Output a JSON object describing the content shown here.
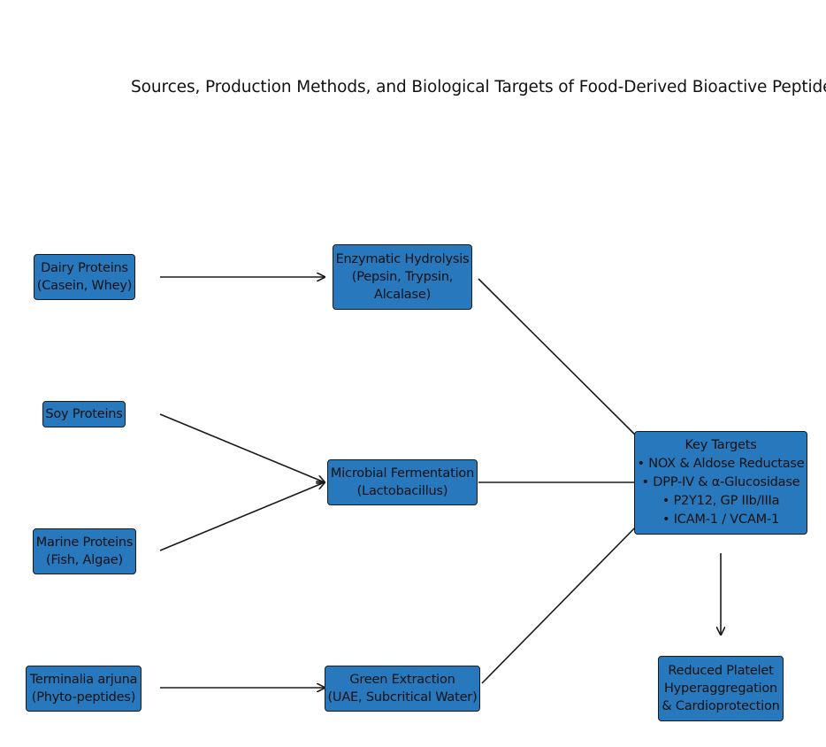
{
  "title": "Sources, Production Methods, and Biological Targets of Food-Derived Bioactive Peptides",
  "colors": {
    "node_fill": "#2878bd",
    "node_border": "#1a1a1a",
    "text": "#111111",
    "arrow": "#1a1a1a"
  },
  "nodes": {
    "dairy": [
      "Dairy Proteins",
      "(Casein, Whey)"
    ],
    "soy": [
      "Soy Proteins"
    ],
    "marine": [
      "Marine Proteins",
      "(Fish, Algae)"
    ],
    "arjuna": [
      "Terminalia arjuna",
      "(Phyto-peptides)"
    ],
    "enzyme": [
      "Enzymatic Hydrolysis",
      "(Pepsin, Trypsin,",
      "Alcalase)"
    ],
    "microbe": [
      "Microbial Fermentation",
      "(Lactobacillus)"
    ],
    "green": [
      "Green Extraction",
      "(UAE, Subcritical Water)"
    ],
    "targets": [
      "Key Targets",
      "• NOX & Aldose Reductase",
      "• DPP-IV & α-Glucosidase",
      "• P2Y12, GP IIb/IIIa",
      "• ICAM-1 / VCAM-1"
    ],
    "outcome": [
      "Reduced Platelet",
      "Hyperaggregation",
      "& Cardioprotection"
    ]
  },
  "edges": [
    {
      "from": "dairy",
      "to": "enzyme"
    },
    {
      "from": "soy",
      "to": "microbe"
    },
    {
      "from": "marine",
      "to": "microbe"
    },
    {
      "from": "arjuna",
      "to": "green"
    },
    {
      "from": "enzyme",
      "to": "targets"
    },
    {
      "from": "microbe",
      "to": "targets"
    },
    {
      "from": "green",
      "to": "targets"
    },
    {
      "from": "targets",
      "to": "outcome"
    }
  ]
}
